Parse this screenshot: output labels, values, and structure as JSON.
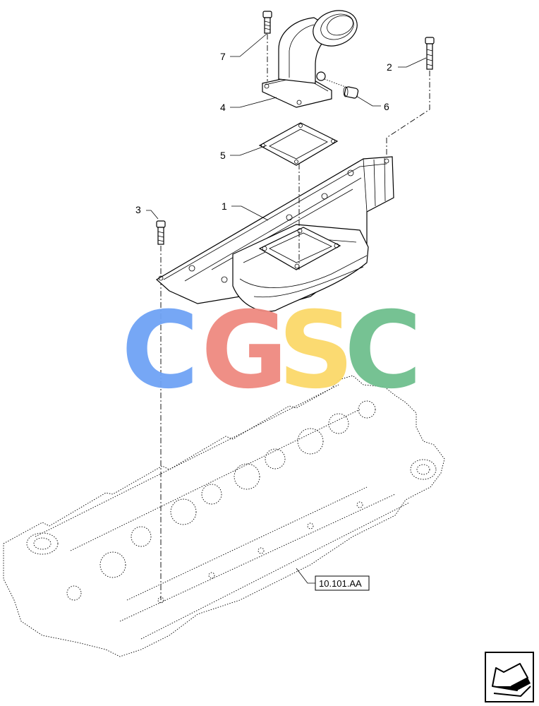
{
  "callouts": {
    "c1": "1",
    "c2": "2",
    "c3": "3",
    "c4": "4",
    "c5": "5",
    "c6": "6",
    "c7": "7"
  },
  "reference": {
    "label": "10.101.AA"
  },
  "watermark": {
    "text": "CGSC",
    "letters": [
      {
        "char": "C",
        "color": "#6fa3f5"
      },
      {
        "char": "G",
        "color": "#ef8a80"
      },
      {
        "char": "S",
        "color": "#fbd96a"
      },
      {
        "char": "C",
        "color": "#6fbf8e"
      }
    ]
  },
  "icons": {
    "corner": "next-page-arrow-icon"
  }
}
